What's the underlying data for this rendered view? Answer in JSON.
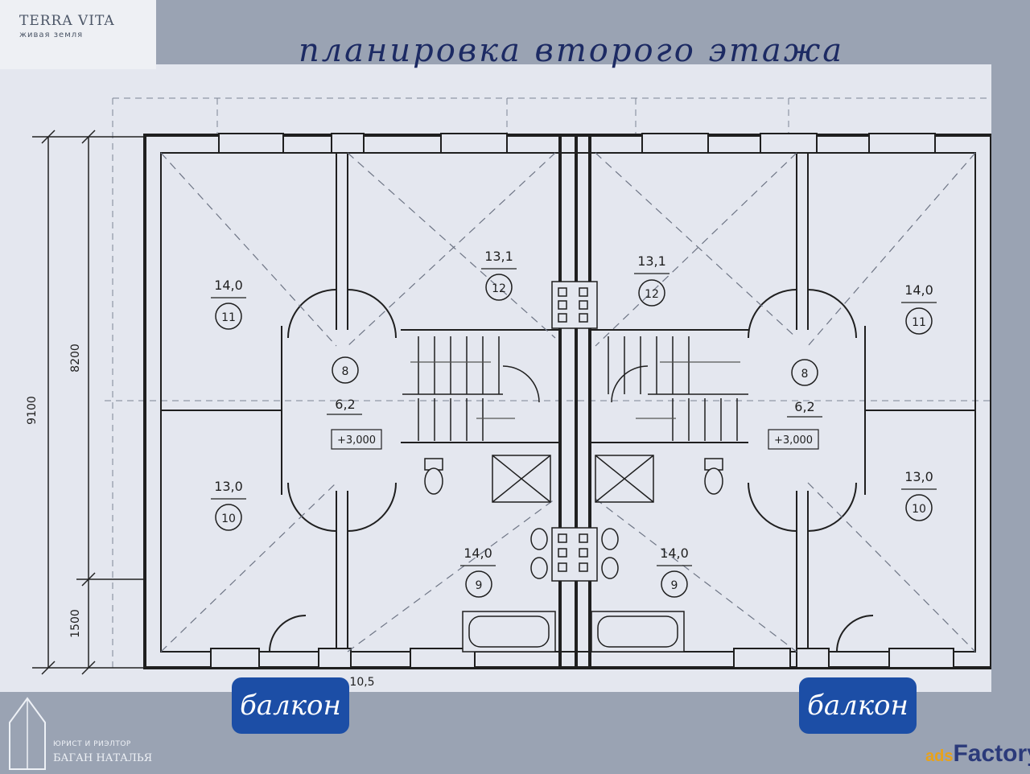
{
  "brand": {
    "name": "TERRA VITA",
    "tagline": "живая земля"
  },
  "title": "планировка второго этажа",
  "dimensions": {
    "overall": "9100",
    "main": "8200",
    "balcony_depth": "1500"
  },
  "plan": {
    "left": {
      "rooms": [
        {
          "area": "14,0",
          "num": "11"
        },
        {
          "area": "13,1",
          "num": "12"
        },
        {
          "area": "6,2",
          "num": "8"
        },
        {
          "area": "13,0",
          "num": "10"
        },
        {
          "area": "14,0",
          "num": "9"
        }
      ],
      "level": "+3,000"
    },
    "right": {
      "rooms": [
        {
          "area": "13,1",
          "num": "12"
        },
        {
          "area": "14,0",
          "num": "11"
        },
        {
          "area": "6,2",
          "num": "8"
        },
        {
          "area": "13,0",
          "num": "10"
        },
        {
          "area": "14,0",
          "num": "9"
        }
      ],
      "level": "+3,000"
    },
    "bottom_fragment": "10,5"
  },
  "buttons": {
    "balcony_left": "балкон",
    "balcony_right": "балкон"
  },
  "agent": {
    "role": "ЮРИСТ И РИЭЛТОР",
    "name": "БАГАН НАТАЛЬЯ"
  },
  "watermark": {
    "part1": "ads",
    "part2": "Factory"
  },
  "colors": {
    "background": "#9aa3b3",
    "paper": "#e4e7ef",
    "accent": "#1c4ea6",
    "title": "#1c2a63"
  }
}
